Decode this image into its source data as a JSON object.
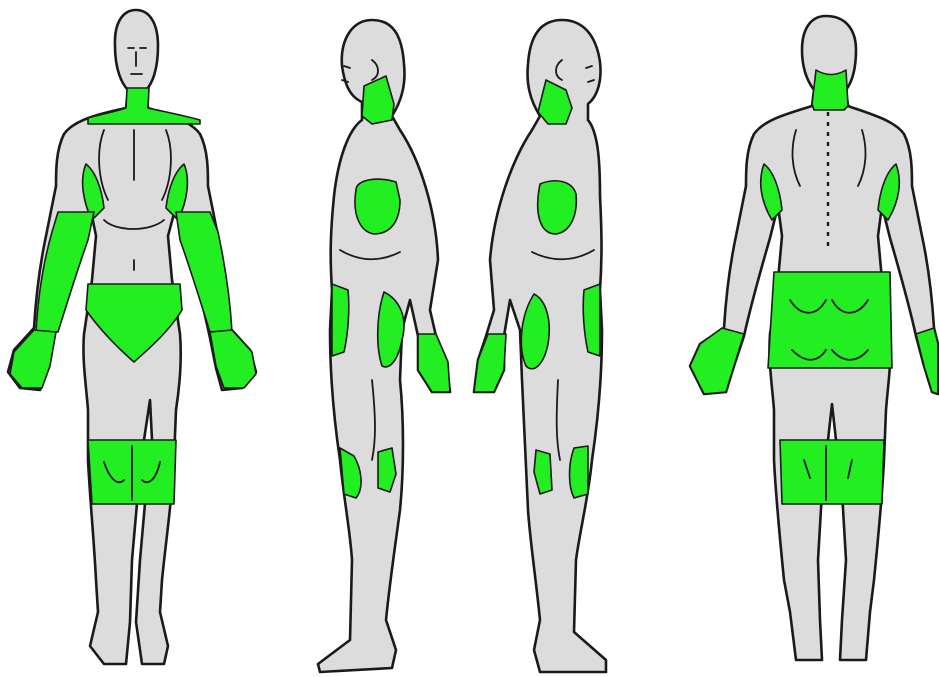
{
  "highlight_color": "#22ee22",
  "body_color": "#dcdcdc",
  "outline_color": "#1a1a1a",
  "views": [
    {
      "view": "front",
      "highlighted_regions": [
        "neck",
        "axillae",
        "forearms",
        "hands",
        "groin",
        "knees"
      ]
    },
    {
      "view": "right-lateral",
      "highlighted_regions": [
        "neck",
        "axilla",
        "hip",
        "knee",
        "hand"
      ]
    },
    {
      "view": "left-lateral",
      "highlighted_regions": [
        "neck",
        "axilla",
        "hip",
        "knee",
        "hand"
      ]
    },
    {
      "view": "back",
      "highlighted_regions": [
        "neck",
        "axillae",
        "buttocks",
        "knees",
        "hands"
      ]
    }
  ]
}
